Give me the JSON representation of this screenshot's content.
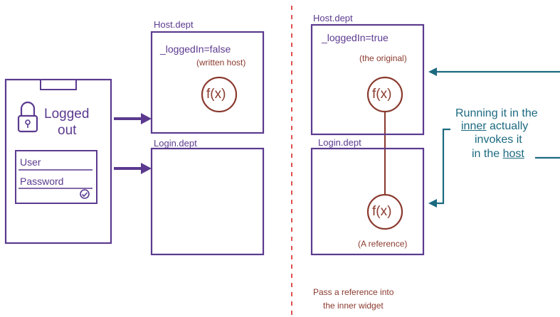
{
  "left": {
    "login_widget": {
      "status_line1": "Logged",
      "status_line2": "out",
      "user_label": "User",
      "password_label": "Password",
      "lock_icon": "padlock-icon",
      "check_icon": "check-circle-icon"
    },
    "host_box": {
      "title": "Host.dept",
      "state": "_loggedIn=false",
      "note": "(written host)",
      "fn": "f(x)"
    },
    "login_box": {
      "title": "Login.dept"
    }
  },
  "right": {
    "host_box": {
      "title": "Host.dept",
      "state": "_loggedIn=true",
      "note": "(the original)",
      "fn": "f(x)"
    },
    "login_box": {
      "title": "Login.dept",
      "fn": "f(x)",
      "note": "(A reference)"
    },
    "caption_line1": "Pass a reference into",
    "caption_line2": "the inner widget",
    "annotation": {
      "line1": "Running it in the",
      "line2_underlined": "inner",
      "line2_rest": " actually",
      "line3": "invokes it",
      "line4_prefix": "in the ",
      "line4_underlined": "host"
    }
  },
  "colors": {
    "purple": "#5b3a8f",
    "brown": "#8a3a2e",
    "teal": "#1c6a80",
    "divider": "#e05050"
  }
}
